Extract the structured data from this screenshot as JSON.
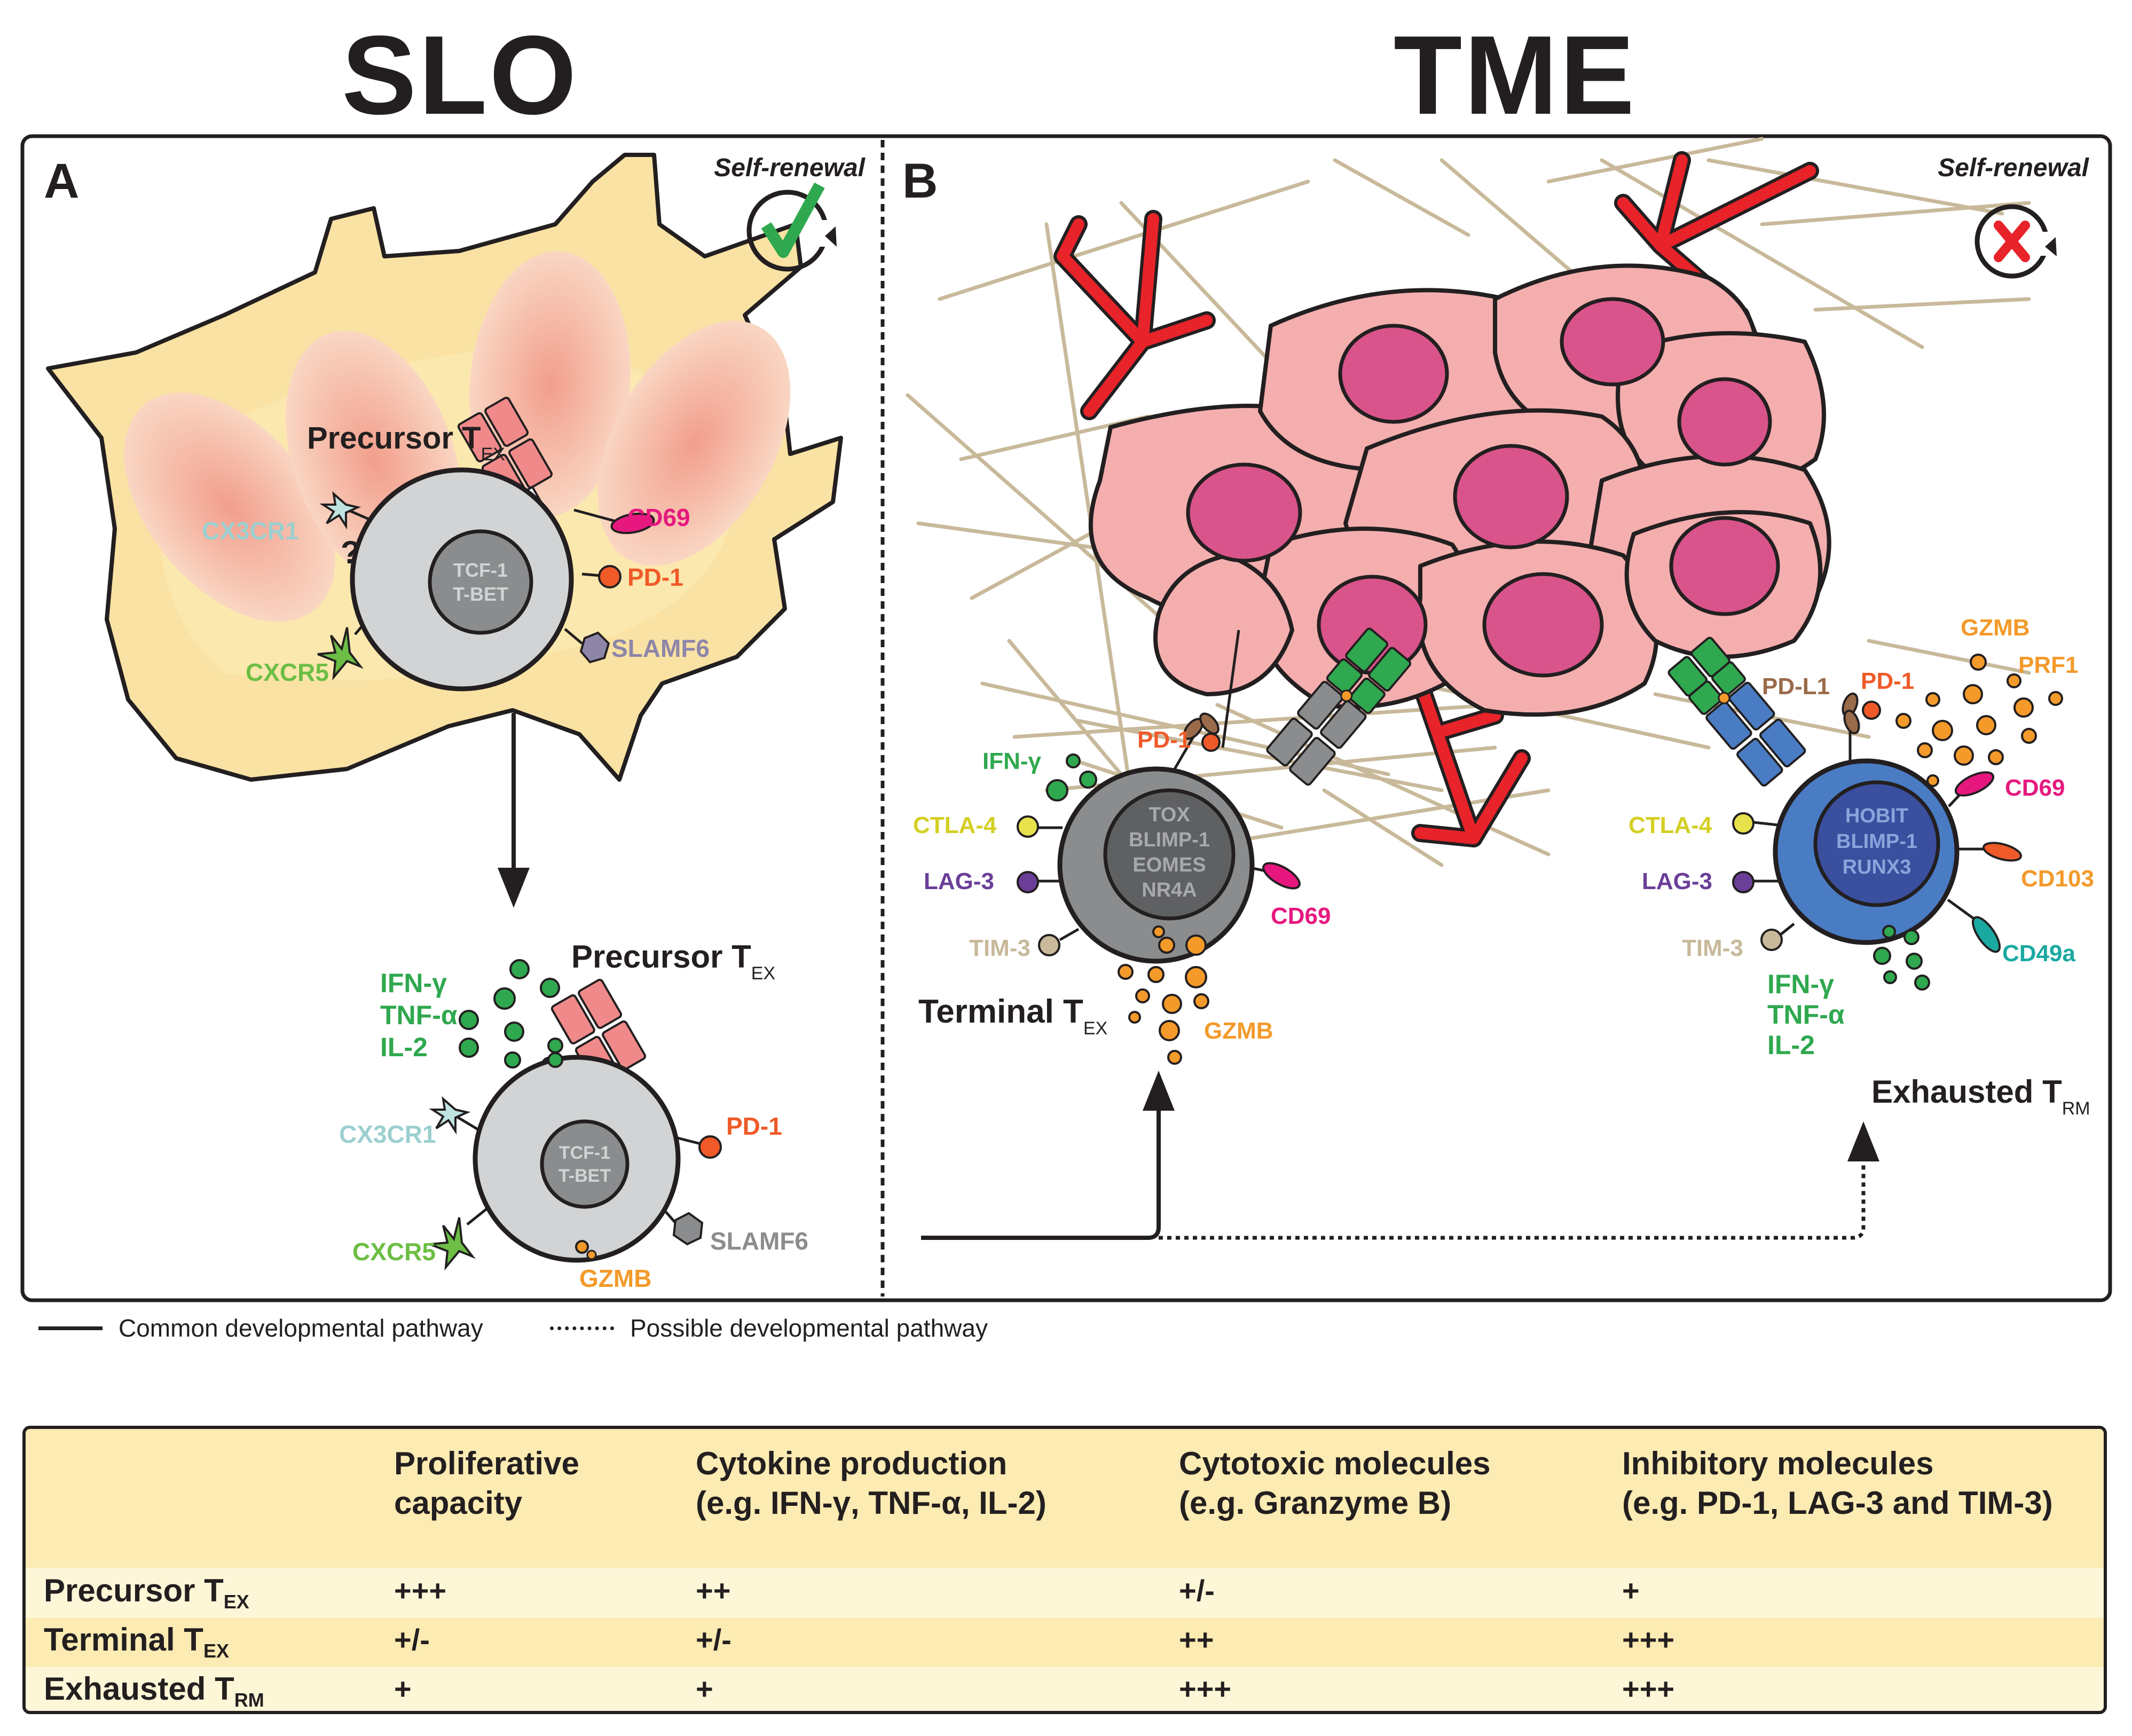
{
  "titles": {
    "left": "SLO",
    "right": "TME"
  },
  "panelA": {
    "letter": "A",
    "self_renewal": "Self-renewal",
    "cell_label": "Precursor T",
    "cell_sub": "EX",
    "nucleus": [
      "TCF-1",
      "T-BET"
    ],
    "markers": {
      "cd69": "CD69",
      "pd1": "PD-1",
      "slamf6": "SLAMF6",
      "cxcr5": "CXCR5",
      "cx3cr1": "CX3CR1",
      "question": "?"
    },
    "cell2_label": "Precursor T",
    "cell2_sub": "EX",
    "cytokines": [
      "IFN-γ",
      "TNF-α",
      "IL-2"
    ],
    "markers2": {
      "pd1": "PD-1",
      "slamf6": "SLAMF6",
      "cxcr5": "CXCR5",
      "cx3cr1": "CX3CR1",
      "gzmb": "GZMB"
    },
    "nucleus2": [
      "TCF-1",
      "T-BET"
    ]
  },
  "panelB": {
    "letter": "B",
    "self_renewal": "Self-renewal",
    "terminal": {
      "label": "Terminal T",
      "sub": "EX",
      "nucleus": [
        "TOX",
        "BLIMP-1",
        "EOMES",
        "NR4A"
      ],
      "markers": {
        "ifng": "IFN-γ",
        "ctla4": "CTLA-4",
        "lag3": "LAG-3",
        "tim3": "TIM-3",
        "pd1": "PD-1",
        "cd69": "CD69",
        "gzmb": "GZMB"
      }
    },
    "trm": {
      "label": "Exhausted T",
      "sub": "RM",
      "nucleus": [
        "HOBIT",
        "BLIMP-1",
        "RUNX3"
      ],
      "markers": {
        "pdl1": "PD-L1",
        "pd1": "PD-1",
        "gzmb": "GZMB",
        "prf1": "PRF1",
        "cd69": "CD69",
        "cd103": "CD103",
        "cd49a": "CD49a",
        "ctla4": "CTLA-4",
        "lag3": "LAG-3",
        "tim3": "TIM-3"
      },
      "cytokines": [
        "IFN-γ",
        "TNF-α",
        "IL-2"
      ]
    }
  },
  "legend": {
    "common": "Common developmental pathway",
    "possible": "Possible developmental pathway"
  },
  "table": {
    "headers": [
      {
        "line1": "Proliferative",
        "line2": "capacity"
      },
      {
        "line1": "Cytokine production",
        "line2": "(e.g. IFN-γ, TNF-α, IL-2)"
      },
      {
        "line1": "Cytotoxic molecules",
        "line2": "(e.g. Granzyme B)"
      },
      {
        "line1": "Inhibitory molecules",
        "line2": "(e.g. PD-1, LAG-3 and TIM-3)"
      }
    ],
    "rows": [
      {
        "label": "Precursor T",
        "sub": "EX",
        "values": [
          "+++",
          "++",
          "+/-",
          "+"
        ]
      },
      {
        "label": "Terminal T",
        "sub": "EX",
        "values": [
          "+/-",
          "+/-",
          "++",
          "+++"
        ]
      },
      {
        "label": "Exhausted T",
        "sub": "RM",
        "values": [
          "+",
          "+",
          "+++",
          "+++"
        ]
      }
    ]
  },
  "colors": {
    "dendritic": "#f9e2a3",
    "tumor": "#f4aeae",
    "tumor_nucleus": "#d9548a",
    "vessel": "#e8232a",
    "fiber": "#c8b99a",
    "tcell_grey": "#d1d3d4",
    "tcell_dark": "#8a8c8e",
    "trm_blue": "#4a7cc4",
    "green": "#2fa84f",
    "orange": "#f39a2a",
    "magenta": "#e6187f",
    "purple": "#6b3f98",
    "red_orange": "#ef5a28"
  }
}
